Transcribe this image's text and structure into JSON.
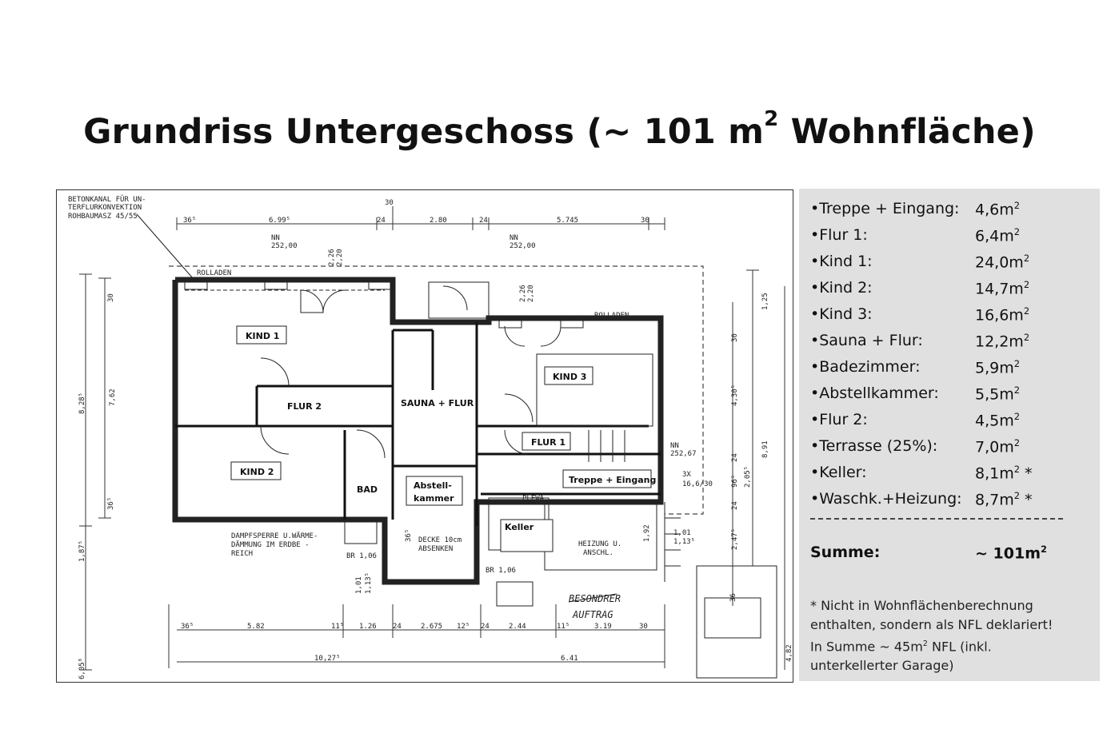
{
  "title": {
    "main": "Grundriss Untergeschoss (~ 101 m",
    "sup": "2",
    "tail": " Wohnfläche)"
  },
  "plan": {
    "rooms": [
      "KIND 1",
      "KIND 2",
      "KIND 3",
      "FLUR 2",
      "SAUNA + FLUR",
      "FLUR 1",
      "BAD",
      "Abstell-",
      "kammer",
      "Keller",
      "Treppe + Eingang"
    ],
    "annotations": {
      "top_left_note_1": "BETONKANAL FÜR UN-",
      "top_left_note_2": "TERFLURKONVEKTION",
      "top_left_note_3": "ROHBAUMASZ 45/55",
      "rolladen": "ROLLADEN",
      "nn_1": "NN",
      "nn_1_val": "252,00",
      "nn_2": "NN",
      "nn_2_val": "252,00",
      "nn_3": "NN",
      "nn_3_val": "252,67",
      "dampf_1": "DAMPFSPERRE U.WÄRME-",
      "dampf_2": "DÄMMUNG IM ERDBE -",
      "dampf_3": "REICH",
      "decke_1": "DECKE 10cm",
      "decke_2": "ABSENKEN",
      "heizung_1": "HEIZUNG U.",
      "heizung_2": "ANSCHL.",
      "plewa": "PLEWA",
      "br1": "BR 1,06",
      "br2": "BR 1,06",
      "besondrer_1": "BESONDRER",
      "besondrer_2": "AUFTRAG",
      "stair": "3X",
      "stair_2": "16,6/30"
    },
    "dims_top": [
      "36⁵",
      "6.99⁵",
      "24",
      "2.80",
      "24",
      "5.745",
      "30",
      "30"
    ],
    "dims_bottom": [
      "36⁵",
      "5.82",
      "11⁵",
      "1.26",
      "24",
      "2.675",
      "12⁵",
      "24",
      "2.44",
      "11⁵",
      "3.19",
      "30"
    ],
    "dims_bottom_2": [
      "10,27⁵",
      "6.41"
    ],
    "dims_left": [
      "30",
      "8,28⁵",
      "7,62",
      "36⁵",
      "1,87⁵",
      "6,05⁸"
    ],
    "dims_right": [
      "1,25",
      "30",
      "4,30⁵",
      "8,91",
      "24",
      "96⁵",
      "2,05⁵",
      "24",
      "2,47⁵",
      "36",
      "4,82"
    ],
    "dims_misc": [
      "2,26",
      "2,20",
      "2,26",
      "2,20",
      "1,01",
      "1,13⁵",
      "1,01",
      "1,13⁵",
      "1,92",
      "36⁵"
    ]
  },
  "areas": [
    {
      "name": "•Treppe + Eingang:",
      "value": "4,6m",
      "sup": "2",
      "star": ""
    },
    {
      "name": "•Flur 1:",
      "value": "6,4m",
      "sup": "2",
      "star": ""
    },
    {
      "name": "•Kind 1:",
      "value": "24,0m",
      "sup": "2",
      "star": ""
    },
    {
      "name": "•Kind 2:",
      "value": "14,7m",
      "sup": "2",
      "star": ""
    },
    {
      "name": "•Kind 3:",
      "value": "16,6m",
      "sup": "2",
      "star": ""
    },
    {
      "name": "•Sauna + Flur:",
      "value": "12,2m",
      "sup": "2",
      "star": ""
    },
    {
      "name": "•Badezimmer:",
      "value": "5,9m",
      "sup": "2",
      "star": ""
    },
    {
      "name": "•Abstellkammer:",
      "value": "5,5m",
      "sup": "2",
      "star": ""
    },
    {
      "name": "•Flur 2:",
      "value": "4,5m",
      "sup": "2",
      "star": ""
    },
    {
      "name": "•Terrasse (25%):",
      "value": "7,0m",
      "sup": "2",
      "star": ""
    },
    {
      "name": "•Keller:",
      "value": "8,1m",
      "sup": "2",
      "star": " *"
    },
    {
      "name": "•Waschk.+Heizung:",
      "value": "8,7m",
      "sup": "2",
      "star": " *"
    }
  ],
  "sum": {
    "label": "Summe:",
    "value": "~ 101m",
    "sup": "2"
  },
  "note": {
    "line1": "* Nicht in Wohnflächenberechnung",
    "line2": "enthalten, sondern als NFL deklariert!",
    "line3_a": "In Summe ~ 45m",
    "line3_sup": "2",
    "line3_b": " NFL (inkl.",
    "line4": "unterkellerter Garage)"
  }
}
